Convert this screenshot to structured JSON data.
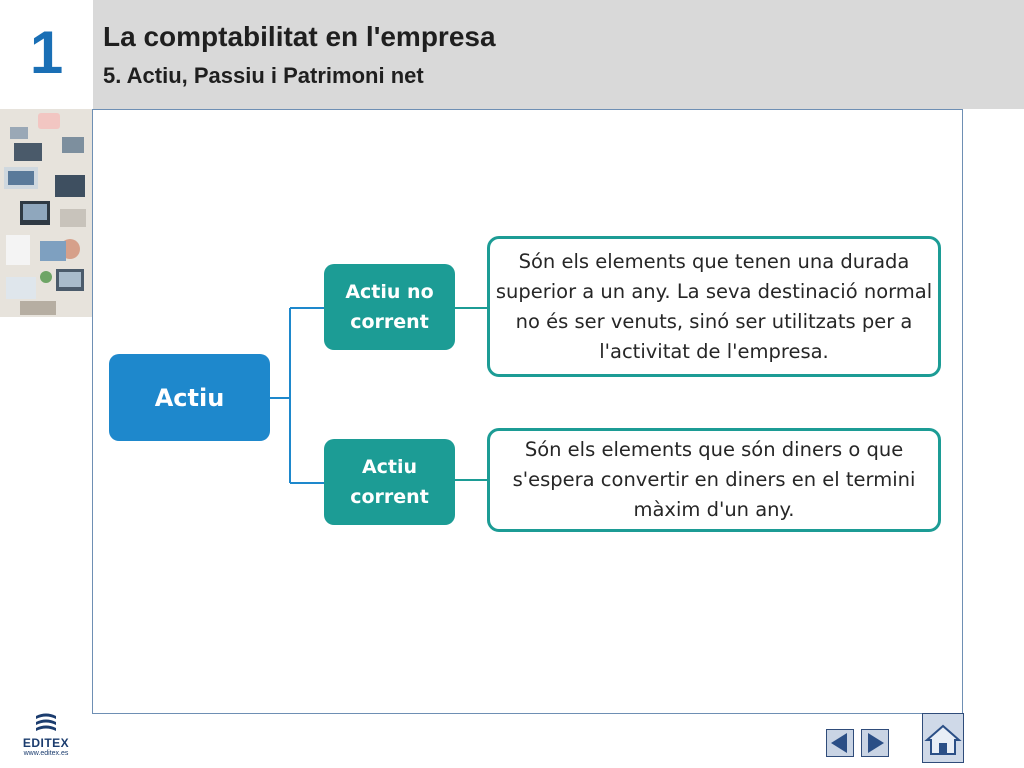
{
  "header": {
    "chapter_number": "1",
    "title": "La comptabilitat en l'empresa",
    "subtitle": "5. Actiu, Passiu i Patrimoni net"
  },
  "diagram": {
    "root": "Actiu",
    "branches": [
      {
        "label": "Actiu no corrent",
        "description": "Són els elements que tenen una durada superior a un any. La seva destinació normal no és ser venuts, sinó ser utilitzats per a l'activitat de l'empresa."
      },
      {
        "label": "Actiu corrent",
        "description": "Són els elements que són diners o que s'espera convertir en diners en el termini màxim d'un any."
      }
    ]
  },
  "footer": {
    "logo_name": "EDITEX",
    "logo_url": "www.editex.es"
  },
  "colors": {
    "root_node": "#1e88cc",
    "branch_node": "#1c9c95",
    "chapter_number": "#1a6fb5",
    "header_band": "#d9d9d9"
  },
  "icons": {
    "prev": "arrow-left-icon",
    "next": "arrow-right-icon",
    "home": "home-icon"
  }
}
